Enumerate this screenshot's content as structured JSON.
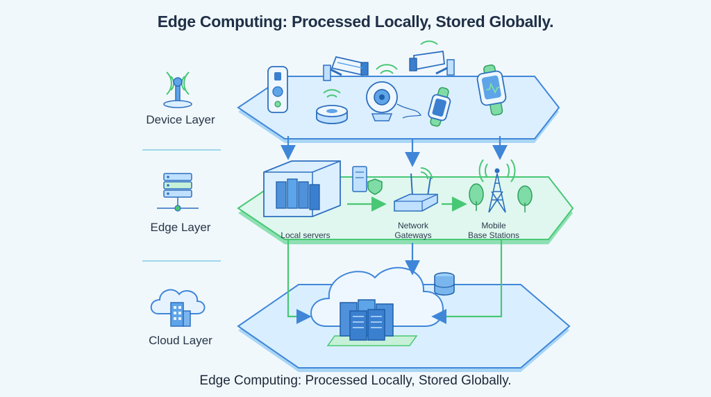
{
  "title": "Edge Computing: Processed Locally, Stored Globally.",
  "caption": "Edge Computing: Processed Locally, Stored Globally.",
  "layers": [
    {
      "label": "Device Layer",
      "icon": "wireless-tower-icon"
    },
    {
      "label": "Edge Layer",
      "icon": "server-stack-icon"
    },
    {
      "label": "Cloud Layer",
      "icon": "cloud-building-icon"
    }
  ],
  "edge_items": [
    {
      "label": "Local servers"
    },
    {
      "label_line1": "Network",
      "label_line2": "Gateways"
    },
    {
      "label_line1": "Mobile",
      "label_line2": "Base Stations"
    }
  ],
  "colors": {
    "blue_stroke": "#3f86d8",
    "green_stroke": "#48c774",
    "device_platform": "#dcefff",
    "edge_platform": "#dff7ee",
    "cloud_platform": "#d9efff",
    "text": "#1f2f46"
  }
}
